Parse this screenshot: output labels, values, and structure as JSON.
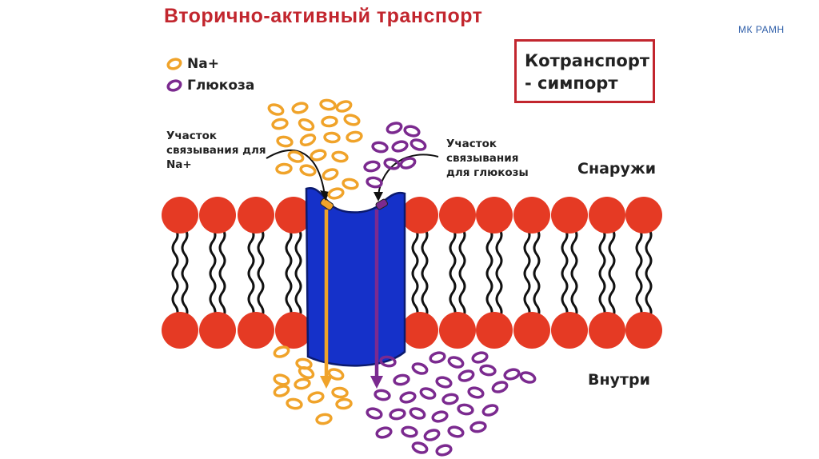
{
  "title": "Вторично-активный транспорт",
  "watermark": "МК РАМН",
  "legend": {
    "na": {
      "label": "Na+",
      "color": "#f0a32a"
    },
    "glucose": {
      "label": "Глюкоза",
      "color": "#7b2a8f"
    }
  },
  "box": {
    "line1": "Котранспорт",
    "line2": "- симпорт"
  },
  "na_site": {
    "line1": "Участок",
    "line2": "связывания для",
    "line3": "Na+"
  },
  "glucose_site": {
    "line1": "Участок",
    "line2": "связывания",
    "line3": "для глюкозы"
  },
  "outside_label": "Снаружи",
  "inside_label": "Внутри",
  "colors": {
    "title": "#c2262e",
    "lipid_head": "#e53a24",
    "protein": "#1531c9",
    "na": "#f0a32a",
    "glucose": "#7b2a8f"
  }
}
